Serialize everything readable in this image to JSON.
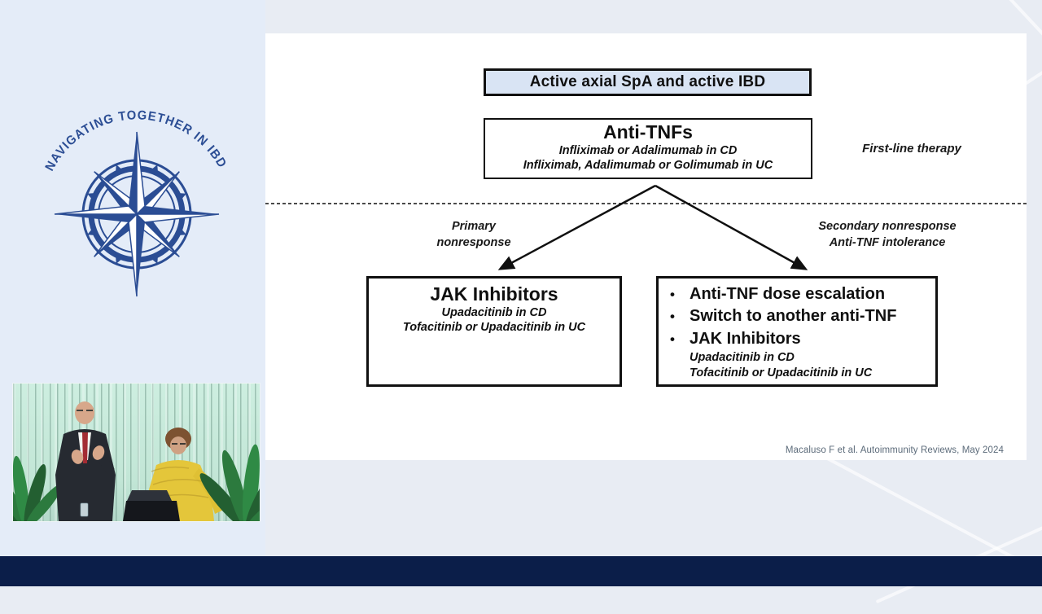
{
  "colors": {
    "page_background": "#e8ecf3",
    "left_panel_background": "#e4ecf8",
    "slide_background": "#ffffff",
    "bottom_bar_navy": "#0b1e49",
    "title_box_fill": "#d9e4f4",
    "box_border_black": "#101010",
    "logo_blue": "#2b4d94",
    "citation_gray": "#5c6b7a",
    "curtain_teal": "#c9ebdc",
    "suit_dark": "#262a31",
    "tie_red": "#a32c34",
    "sweater_yellow": "#e4c63a",
    "plant_green": "#2c7a3e"
  },
  "logo": {
    "arc_text": "NAVIGATING TOGETHER IN IBD"
  },
  "slide": {
    "title_box": "Active axial SpA and active IBD",
    "first_line_label": "First-line therapy",
    "anti_tnf_box": {
      "title": "Anti-TNFs",
      "line1": "Infliximab or Adalimumab in CD",
      "line2": "Infliximab, Adalimumab or Golimumab in UC"
    },
    "primary_label": {
      "line1": "Primary",
      "line2": "nonresponse"
    },
    "secondary_label": {
      "line1": "Secondary nonresponse",
      "line2": "Anti-TNF intolerance"
    },
    "jak_box": {
      "title": "JAK Inhibitors",
      "line1": "Upadacitinib in CD",
      "line2": "Tofacitinib or Upadacitinib in UC"
    },
    "escalation_box": {
      "bullets": [
        "Anti-TNF dose escalation",
        "Switch to another anti-TNF",
        "JAK Inhibitors"
      ],
      "sub_line1": "Upadacitinib in CD",
      "sub_line2": "Tofacitinib or Upadacitinib in UC"
    },
    "citation": "Macaluso F et al. Autoimmunity Reviews, May 2024"
  }
}
